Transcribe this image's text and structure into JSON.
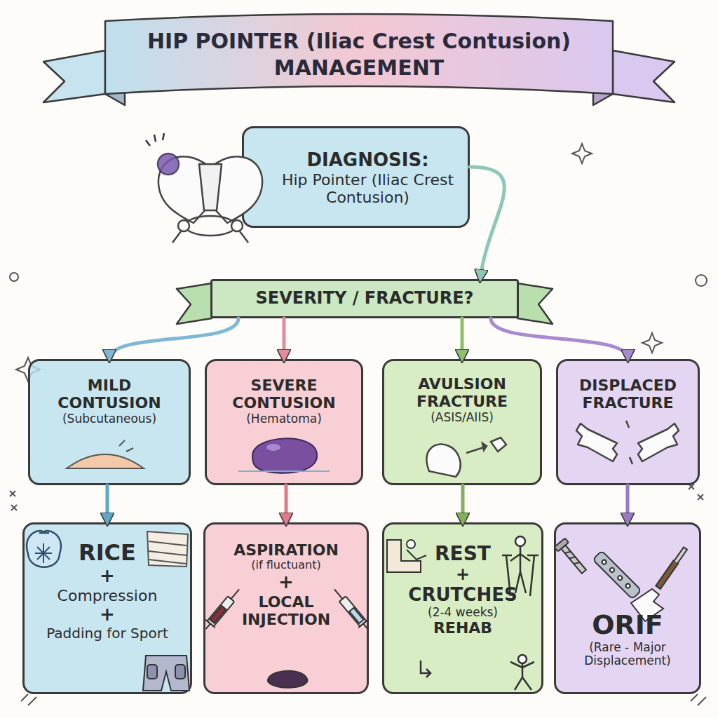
{
  "diagram": {
    "title": "HIP POINTER (Iliac Crest Contusion) MANAGEMENT",
    "nodes": [
      {
        "text": [
          "DIAGNOSIS:",
          "Hip Pointer (Iliac Crest Contusion)"
        ]
      },
      {
        "text": [
          "SEVERITY / FRACTURE?"
        ]
      },
      {
        "text": [
          "MILD CONTUSION",
          "(Subcutaneous)"
        ]
      },
      {
        "text": [
          "SEVERE CONTUSION",
          "(Hematoma)"
        ]
      },
      {
        "text": [
          "AVULSION FRACTURE",
          "(ASIS/AIIS)"
        ]
      },
      {
        "text": [
          "DISPLACED FRACTURE"
        ]
      },
      {
        "text": [
          "RICE",
          "+",
          "Compression",
          "+",
          "Padding for Sport"
        ]
      },
      {
        "text": [
          "ASPIRATION",
          "(if fluctuant)",
          "+",
          "LOCAL INJECTION"
        ]
      },
      {
        "text": [
          "REST",
          "+",
          "CRUTCHES",
          "(2-4 weeks)",
          "REHAB"
        ]
      },
      {
        "text": [
          "ORIF",
          "(Rare - Major Displacement)"
        ]
      }
    ],
    "edges": [
      {
        "from": 0,
        "to": 1,
        "arrow": "to"
      },
      {
        "from": 1,
        "to": 2,
        "arrow": "to"
      },
      {
        "from": 1,
        "to": 3,
        "arrow": "to"
      },
      {
        "from": 1,
        "to": 4,
        "arrow": "to"
      },
      {
        "from": 1,
        "to": 5,
        "arrow": "to"
      },
      {
        "from": 2,
        "to": 6,
        "arrow": "to"
      },
      {
        "from": 3,
        "to": 7,
        "arrow": "to"
      },
      {
        "from": 4,
        "to": 8,
        "arrow": "to"
      },
      {
        "from": 5,
        "to": 9,
        "arrow": "to"
      }
    ]
  }
}
